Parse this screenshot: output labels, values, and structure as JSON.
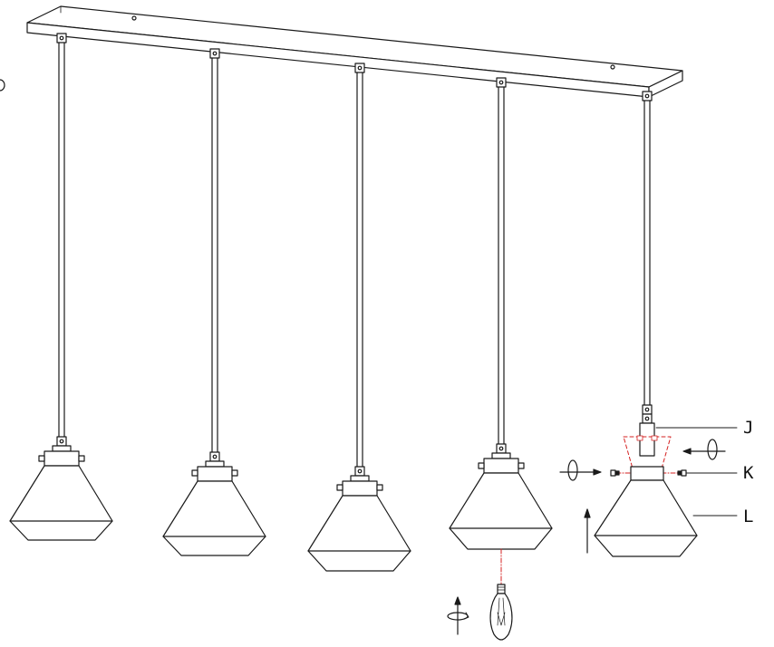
{
  "labels": {
    "J": "J",
    "K": "K",
    "L": "L"
  },
  "colors": {
    "line": "#1a1a1a",
    "accent": "#d42020"
  },
  "pendants": [
    {
      "id": "pendant-1"
    },
    {
      "id": "pendant-2"
    },
    {
      "id": "pendant-3"
    },
    {
      "id": "pendant-4",
      "bulb": true
    },
    {
      "id": "pendant-5",
      "exploded": true
    }
  ]
}
